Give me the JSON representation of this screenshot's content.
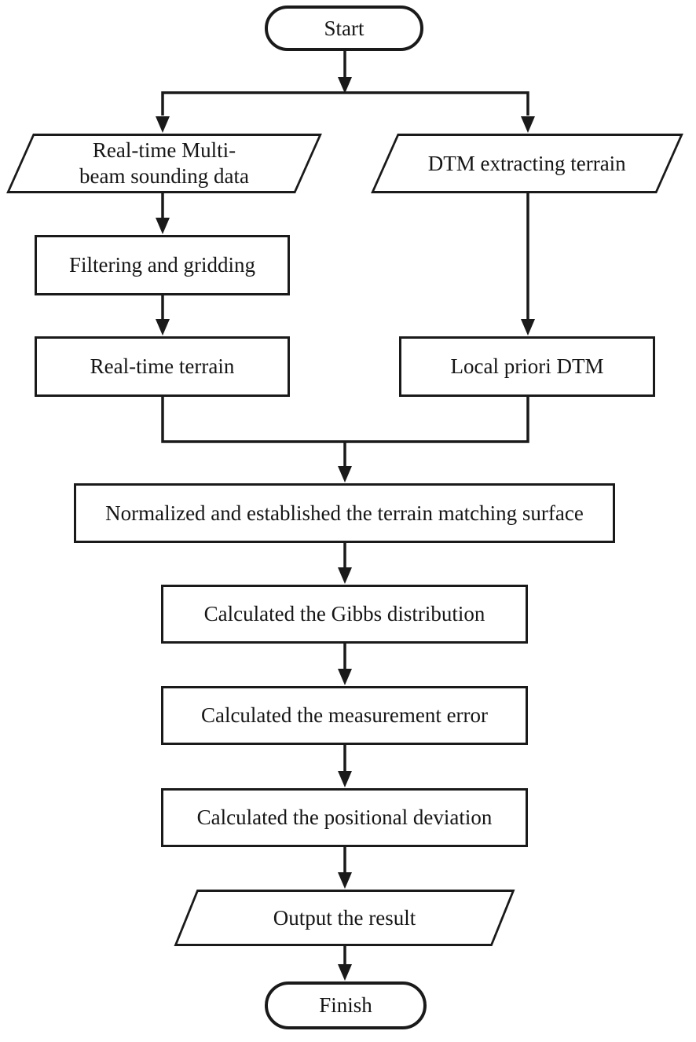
{
  "colors": {
    "stroke": "#1a1a1a",
    "background": "#ffffff",
    "text": "#161616"
  },
  "flowchart": {
    "start": {
      "label": "Start"
    },
    "realtime_multibeam": {
      "line1": "Real-time Multi-",
      "line2": "beam sounding data"
    },
    "dtm_extracting": {
      "label": "DTM extracting terrain"
    },
    "filtering_gridding": {
      "label": "Filtering and gridding"
    },
    "realtime_terrain": {
      "label": "Real-time terrain"
    },
    "local_priori_dtm": {
      "label": "Local priori DTM"
    },
    "normalized_surface": {
      "label": "Normalized and established the terrain matching surface"
    },
    "gibbs_distribution": {
      "label": "Calculated the Gibbs distribution"
    },
    "measurement_error": {
      "label": "Calculated the measurement error"
    },
    "positional_deviation": {
      "label": "Calculated the positional deviation"
    },
    "output_result": {
      "label": "Output the result"
    },
    "finish": {
      "label": "Finish"
    }
  }
}
